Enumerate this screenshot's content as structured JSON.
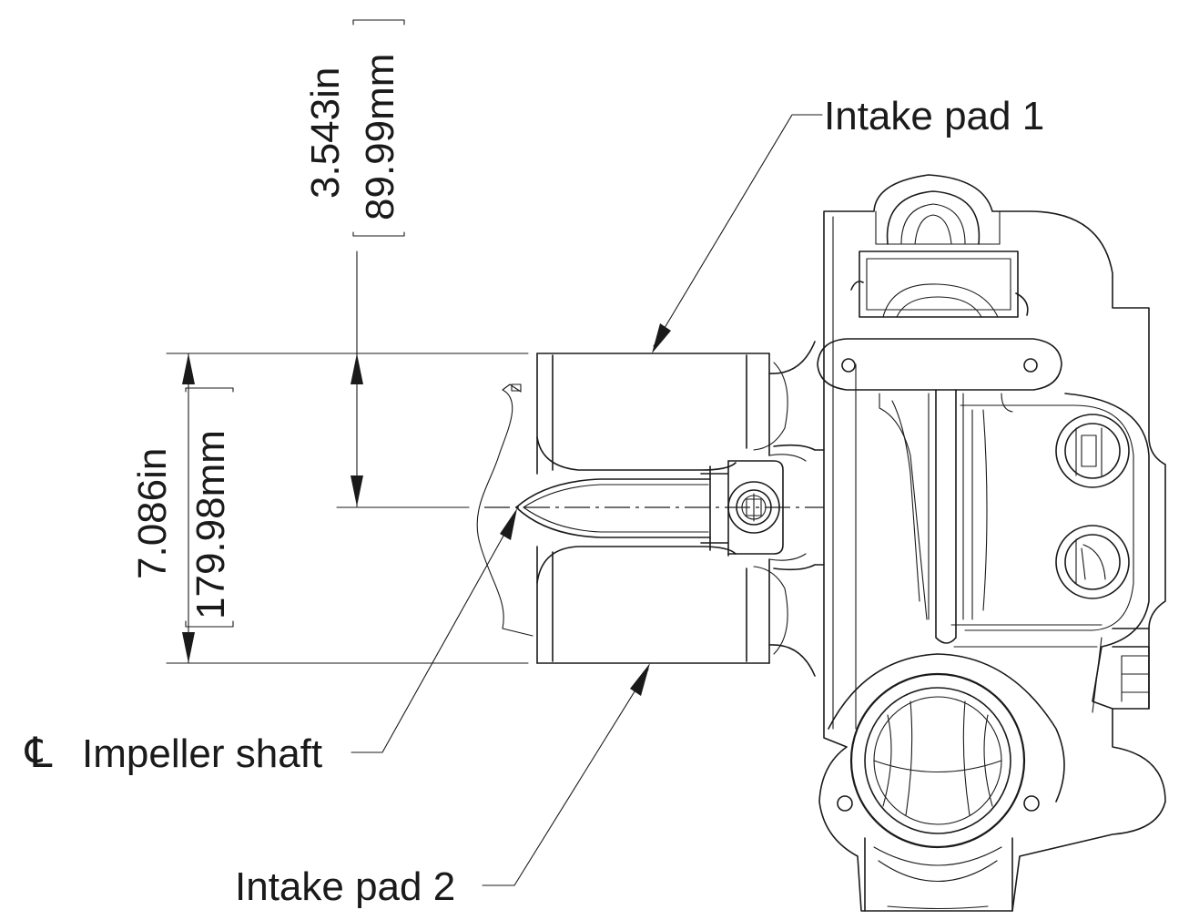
{
  "labels": {
    "intake_pad_1": "Intake pad 1",
    "intake_pad_2": "Intake pad 2",
    "centerline_symbol": "℄",
    "impeller_shaft": "Impeller shaft"
  },
  "dimensions": {
    "half_height": {
      "inches": "3.543in",
      "millimeters": "89.99mm"
    },
    "full_height": {
      "inches": "7.086in",
      "millimeters": "179.98mm"
    }
  },
  "colors": {
    "line": "#1a1a1a",
    "background": "#ffffff"
  }
}
